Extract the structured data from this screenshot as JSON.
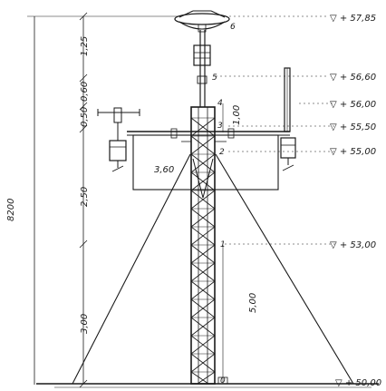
{
  "drawing": {
    "overall_height": "8200",
    "elevations": [
      "▽ + 57,85",
      "▽ + 56,60",
      "▽ + 56,00",
      "▽ + 55,50",
      "▽ + 55,00",
      "▽ + 53,00",
      "▽ + 50,00"
    ],
    "left_dims": [
      "1,25",
      "0,60",
      "0,50",
      "2,50",
      "3,00"
    ],
    "tower_dims": [
      "1,00",
      "5,00"
    ],
    "arm_span": "3,60",
    "part_numbers": [
      "6",
      "5",
      "4",
      "3",
      "2",
      "1",
      "0"
    ]
  }
}
